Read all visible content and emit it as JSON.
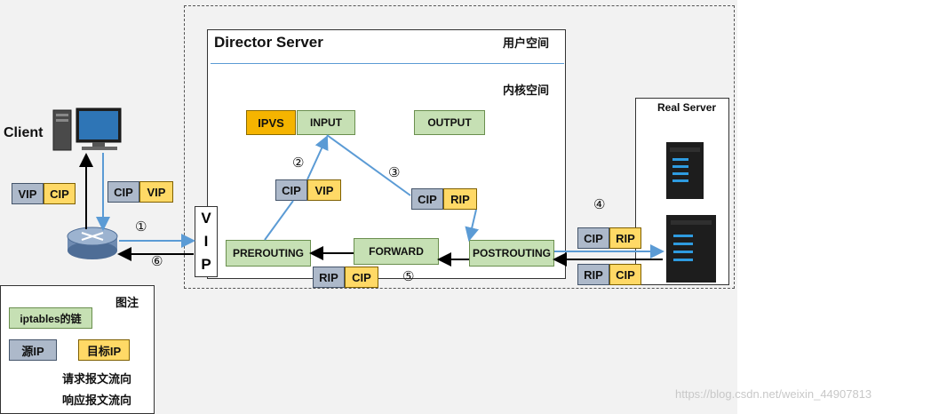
{
  "director": {
    "title": "Director Server",
    "user_space": "用户空间",
    "kernel_space": "内核空间"
  },
  "chains": {
    "ipvs": "IPVS",
    "input": "INPUT",
    "output": "OUTPUT",
    "prerouting": "PREROUTING",
    "forward": "FORWARD",
    "postrouting": "POSTROUTING"
  },
  "client": {
    "label": "Client"
  },
  "real_server": {
    "label": "Real Server"
  },
  "vip_letters": [
    "V",
    "I",
    "P"
  ],
  "packets": {
    "client_out": [
      "VIP",
      "CIP"
    ],
    "client_in": [
      "CIP",
      "VIP"
    ],
    "step2": [
      "CIP",
      "VIP"
    ],
    "step3": [
      "CIP",
      "RIP"
    ],
    "to_rs": [
      "CIP",
      "RIP"
    ],
    "from_rs": [
      "RIP",
      "CIP"
    ],
    "step5": [
      "RIP",
      "CIP"
    ]
  },
  "steps": [
    "①",
    "②",
    "③",
    "④",
    "⑤",
    "⑥"
  ],
  "legend": {
    "title": "图注",
    "chain": "iptables的链",
    "source": "源IP",
    "target": "目标IP",
    "request": "请求报文流向",
    "response": "响应报文流向"
  },
  "colors": {
    "request_arrow": "#5b9bd5",
    "response_arrow": "#000000",
    "chain_fill": "#c6e0b4",
    "source_fill": "#adb9ca",
    "target_fill": "#ffd966",
    "ipvs_fill": "#f5b400"
  },
  "watermark": "https://blog.csdn.net/weixin_44907813"
}
